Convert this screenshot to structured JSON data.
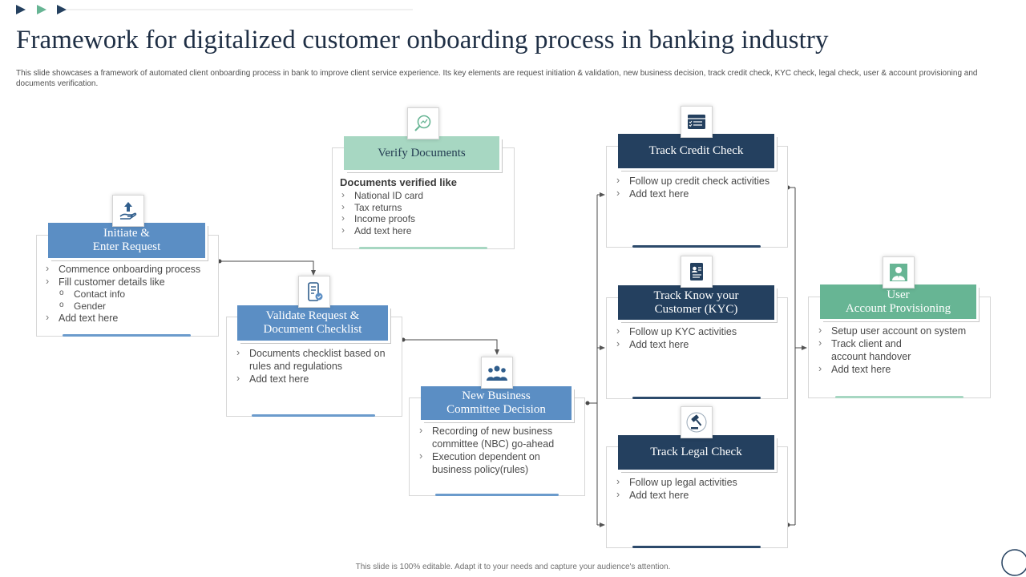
{
  "title": "Framework for digitalized customer onboarding process in banking industry",
  "subtitle": "This slide showcases a framework of automated client onboarding process in bank to improve client service experience. Its key elements are request initiation & validation, new business decision, track credit check, KYC check, legal check, user & account provisioning and documents verification.",
  "footer": "This slide is 100% editable. Adapt it to your needs and capture your audience's attention.",
  "colors": {
    "dark_navy": "#24405f",
    "medium_blue": "#5b8ec4",
    "mint": "#a7d7c2",
    "green": "#67b594"
  },
  "cards": {
    "initiate": {
      "icon": "hand-upload-icon",
      "header": [
        "Initiate &",
        "Enter Request"
      ],
      "items": [
        "Commence onboarding process",
        "Fill customer details like"
      ],
      "subitems": [
        "Contact info",
        "Gender"
      ],
      "tail": "Add text here"
    },
    "validate": {
      "icon": "mobile-checklist-icon",
      "header": [
        "Validate Request &",
        "Document Checklist"
      ],
      "items": [
        "Documents checklist based on",
        "rules and regulations",
        "Add text here"
      ]
    },
    "verify": {
      "icon": "magnifier-chart-icon",
      "header": "Verify Documents",
      "lead": "Documents verified like",
      "items": [
        "National ID card",
        "Tax returns",
        "Income proofs",
        "Add text here"
      ]
    },
    "nbc": {
      "icon": "team-icon",
      "header": [
        "New Business",
        "Committee Decision"
      ],
      "items": [
        "Recording of new business",
        "committee (NBC) go-ahead",
        "Execution dependent on",
        "business policy(rules)"
      ]
    },
    "credit": {
      "icon": "credit-card-checklist-icon",
      "header": "Track Credit Check",
      "items": [
        "Follow up credit check activities",
        "Add text here"
      ]
    },
    "kyc": {
      "icon": "id-document-icon",
      "header": [
        "Track Know your",
        "Customer (KYC)"
      ],
      "items": [
        "Follow up KYC activities",
        "Add text here"
      ]
    },
    "legal": {
      "icon": "gavel-icon",
      "header": "Track Legal Check",
      "items": [
        "Follow up legal activities",
        "Add text here"
      ]
    },
    "user": {
      "icon": "user-account-icon",
      "header": [
        "User",
        "Account Provisioning"
      ],
      "items": [
        "Setup user account on system",
        "Track client and",
        "account handover",
        "Add text here"
      ]
    }
  }
}
